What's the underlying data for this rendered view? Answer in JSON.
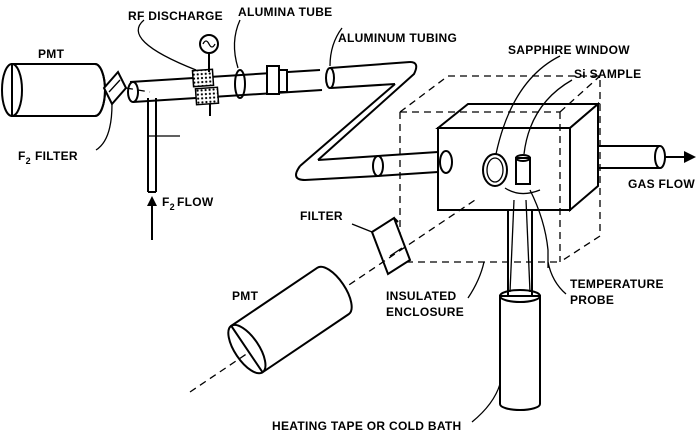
{
  "labels": {
    "pmt_top": "PMT",
    "rf_discharge": "RF DISCHARGE",
    "alumina_tube": "ALUMINA TUBE",
    "aluminum_tubing": "ALUMINUM TUBING",
    "sapphire_window": "SAPPHIRE WINDOW",
    "si_sample": "Si SAMPLE",
    "f2_filter_sym": "F",
    "f2_filter_sub": "2",
    "f2_filter_text": "FILTER",
    "f2_flow_sym": "F",
    "f2_flow_sub": "2",
    "f2_flow_text": "FLOW",
    "filter": "FILTER",
    "gas_flow": "GAS FLOW",
    "pmt_bottom": "PMT",
    "insulated_1": "INSULATED",
    "insulated_2": "ENCLOSURE",
    "temp_1": "TEMPERATURE",
    "temp_2": "PROBE",
    "heating": "HEATING TAPE OR COLD BATH"
  },
  "icons": {
    "rf_source": "ac-source-icon",
    "flow_arrow": "arrow-up-icon",
    "gas_arrow": "arrow-right-icon"
  }
}
